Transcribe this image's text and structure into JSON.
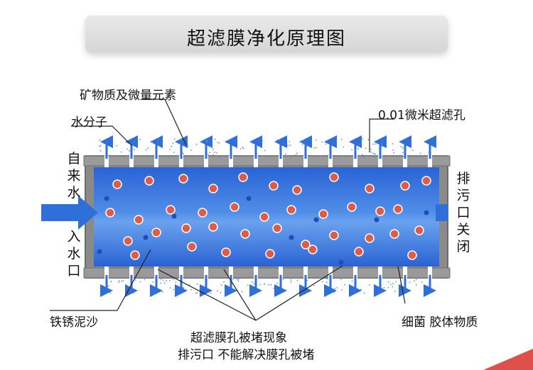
{
  "title": "超滤膜净化原理图",
  "labels": {
    "minerals": "矿物质及微量元素",
    "water_molecule": "水分子",
    "pore": "0.01微米超滤孔",
    "inlet_top": "自来水",
    "inlet_bottom": "入水口",
    "drain": "排污口关闭",
    "rust": "铁锈泥沙",
    "bacteria": "细菌  胶体物质",
    "note_line1": "超滤膜孔被堵现象",
    "note_line2": "排污口  不能解决膜孔被堵"
  },
  "colors": {
    "water": "#2f6fd8",
    "membrane": "#7f7f7f",
    "contaminant": "#e05a4a",
    "arrow": "#2f6fd8"
  }
}
